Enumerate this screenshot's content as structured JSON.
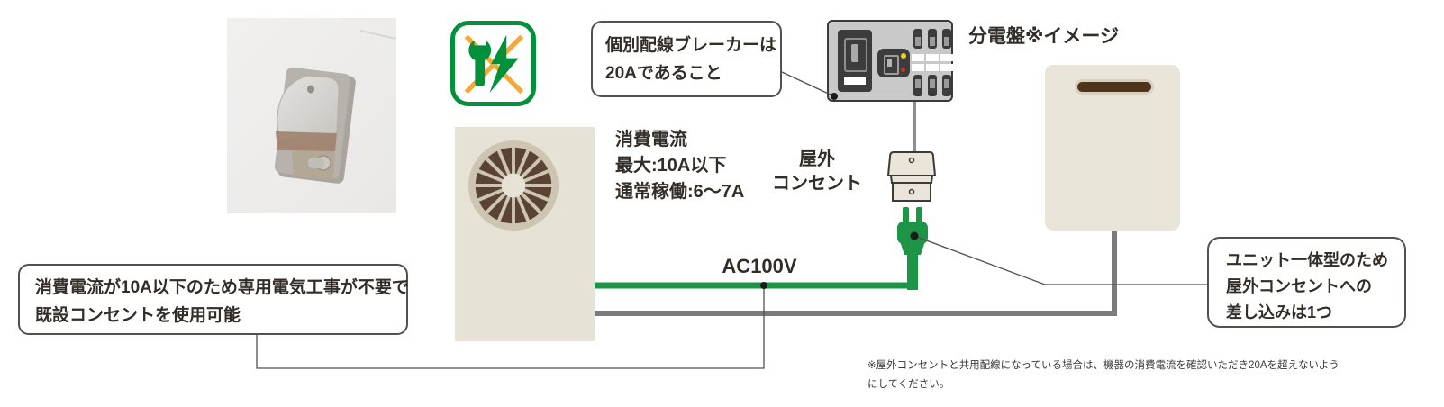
{
  "diagram": {
    "board_title": "分電盤※イメージ",
    "voltage_label": "AC100V",
    "power": {
      "title": "消費電流",
      "max": "最大:10A以下",
      "normal": "通常稼働:6〜7A"
    },
    "outlet_label": {
      "line1": "屋外",
      "line2": "コンセント"
    },
    "callouts": {
      "breaker": {
        "line1": "個別配線ブレーカーは",
        "line2": "20Aであること"
      },
      "no_construction": {
        "line1": "消費電流が10A以下のため専用電気工事が不要で",
        "line2": "既設コンセントを使用可能"
      },
      "single_plug": {
        "line1": "ユニット一体型のため",
        "line2": "屋外コンセントへの",
        "line3": "差し込みは1つ"
      }
    },
    "footnote": "※屋外コンセントと共用配線になっている場合は、機器の消費電流を確認いただき20Aを超えないようにしてください。",
    "icons": {
      "no_work_icon": "wrench-and-lightning-crossed-out"
    },
    "colors": {
      "icon_green": "#00913a",
      "wire_green": "#1e9447",
      "cross_orange": "#f2a93b",
      "wire_gray": "#7b7b7b",
      "unit_beige": "#e7e2d6",
      "fan_brown": "#5a4334",
      "slot_brown": "#503318",
      "board_gray": "#c9c9c9"
    }
  }
}
